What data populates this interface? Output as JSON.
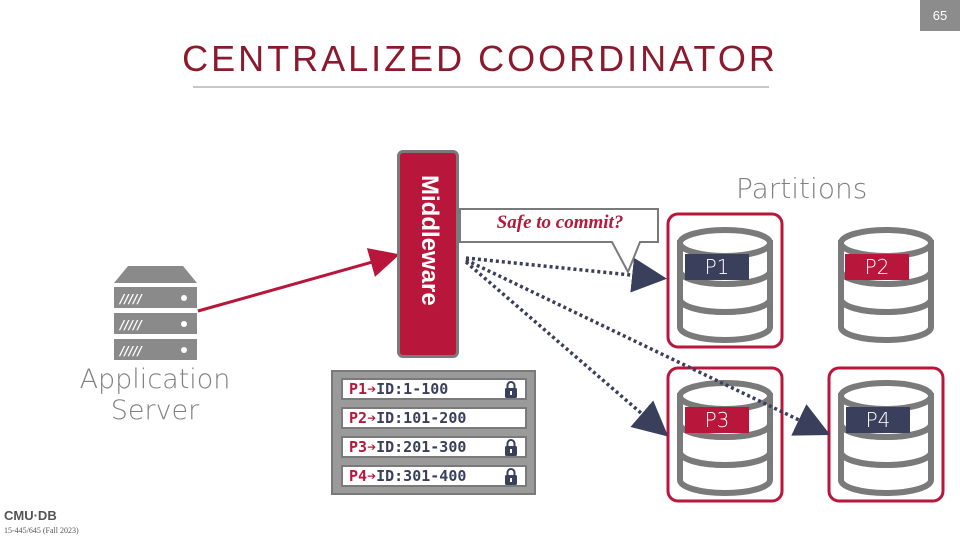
{
  "slide_number": "65",
  "title": "CENTRALIZED COORDINATOR",
  "app_server": {
    "label_line1": "Application",
    "label_line2": "Server",
    "icon": "server-rack-icon"
  },
  "middleware": {
    "label": "Middleware"
  },
  "callout": {
    "text": "Safe to commit?"
  },
  "partitions_label": "Partitions",
  "partitions": [
    {
      "label": "P1",
      "highlighted": true,
      "label_color": "#3a3f5c"
    },
    {
      "label": "P2",
      "highlighted": false,
      "label_color": "#b8163a"
    },
    {
      "label": "P3",
      "highlighted": true,
      "label_color": "#b8163a"
    },
    {
      "label": "P4",
      "highlighted": true,
      "label_color": "#3a3f5c"
    }
  ],
  "partition_table": [
    {
      "pid": "P1",
      "arrow": "➔",
      "range": "ID:1-100",
      "locked": true
    },
    {
      "pid": "P2",
      "arrow": "➔",
      "range": "ID:101-200",
      "locked": false
    },
    {
      "pid": "P3",
      "arrow": "➔",
      "range": "ID:201-300",
      "locked": true
    },
    {
      "pid": "P4",
      "arrow": "➔",
      "range": "ID:301-400",
      "locked": true
    }
  ],
  "footer": {
    "logo": "CMU·DB",
    "course": "15-445/645 (Fall 2023)"
  },
  "colors": {
    "accent": "#b8163a",
    "title": "#8b1a2e",
    "gray": "#7a7a7a",
    "navy": "#3a3f5c"
  }
}
